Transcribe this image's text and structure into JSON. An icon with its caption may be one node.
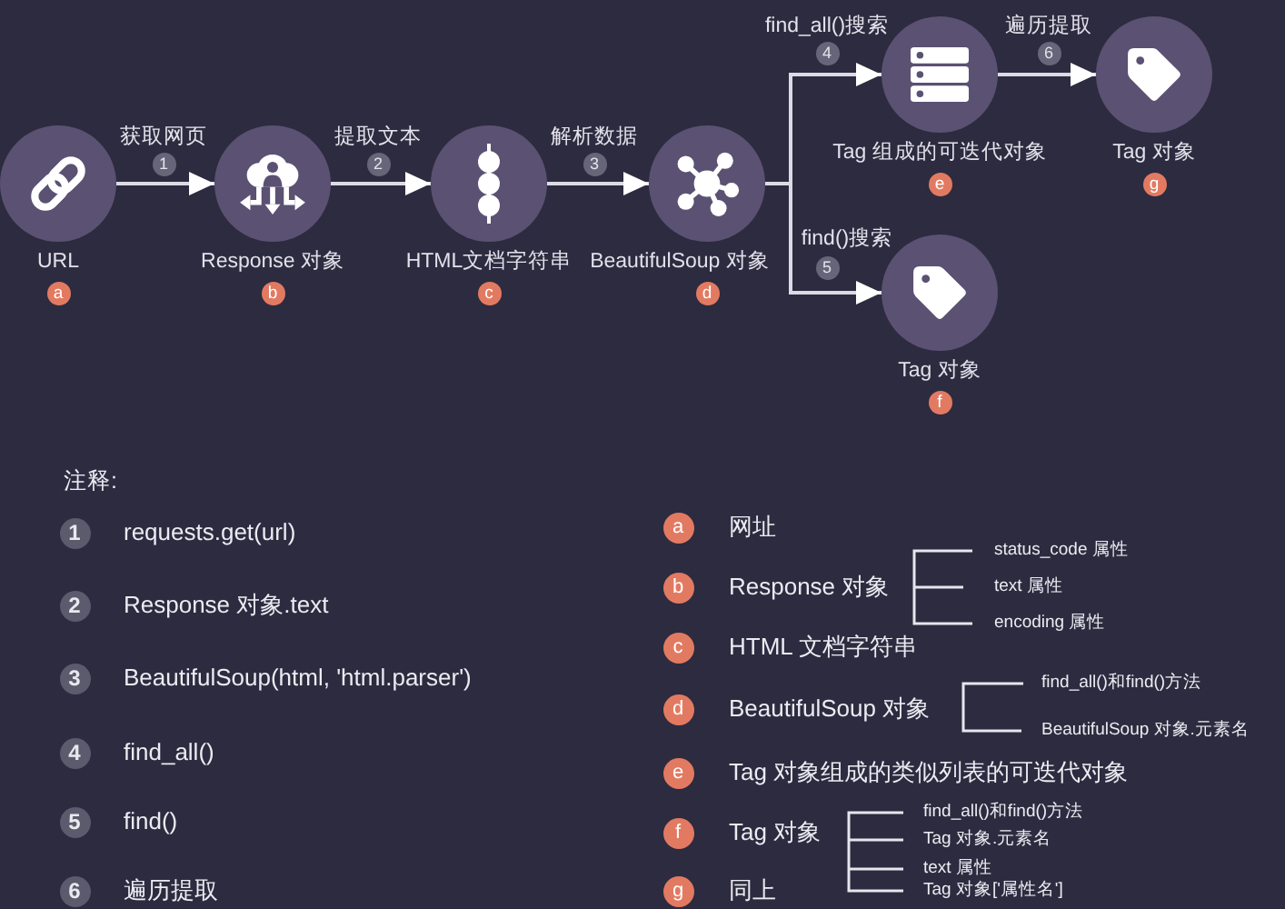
{
  "diagram": {
    "nodes": [
      {
        "text": [
          "URL"
        ],
        "beside": [
          "a"
        ]
      },
      {
        "text": [
          "Response 对象"
        ],
        "beside": [
          "b"
        ]
      },
      {
        "text": [
          "HTML文档字符串"
        ],
        "beside": [
          "c"
        ]
      },
      {
        "text": [
          "BeautifulSoup 对象"
        ],
        "beside": [
          "d"
        ]
      },
      {
        "text": [
          "Tag 组成的可迭代对象"
        ],
        "beside": [
          "e"
        ]
      },
      {
        "text": [
          "Tag 对象"
        ],
        "beside": [
          "g"
        ]
      },
      {
        "text": [
          "Tag 对象"
        ],
        "beside": [
          "f"
        ]
      }
    ],
    "edges": [
      {
        "from": 0,
        "to": 1,
        "arrow": "to",
        "label": "获取网页"
      },
      {
        "from": 1,
        "to": 2,
        "arrow": "to",
        "label": "提取文本"
      },
      {
        "from": 2,
        "to": 3,
        "arrow": "to",
        "label": "解析数据"
      },
      {
        "from": 3,
        "to": 4,
        "arrow": "to",
        "label": "find_all()搜索"
      },
      {
        "from": 3,
        "to": 6,
        "arrow": "to",
        "label": "find()搜索"
      },
      {
        "from": 4,
        "to": 5,
        "arrow": "to",
        "label": "遍历提取"
      }
    ],
    "labels": [
      "1",
      "2",
      "3",
      "4",
      "5",
      "6",
      "注释:",
      "1",
      "requests.get(url)",
      "2",
      "Response 对象.text",
      "3",
      "BeautifulSoup(html, 'html.parser')",
      "4",
      "find_all()",
      "5",
      "find()",
      "6",
      "遍历提取",
      "a",
      "网址",
      "b",
      "Response 对象",
      "status_code 属性",
      "text 属性",
      "encoding 属性",
      "c",
      "HTML 文档字符串",
      "d",
      "BeautifulSoup 对象",
      "find_all()和find()方法",
      "BeautifulSoup 对象.元素名",
      "e",
      "Tag 对象组成的类似列表的可迭代对象",
      "f",
      "Tag 对象",
      "find_all()和find()方法",
      "Tag 对象.元素名",
      "text 属性",
      "Tag 对象['属性名']",
      "g",
      "同上"
    ]
  }
}
